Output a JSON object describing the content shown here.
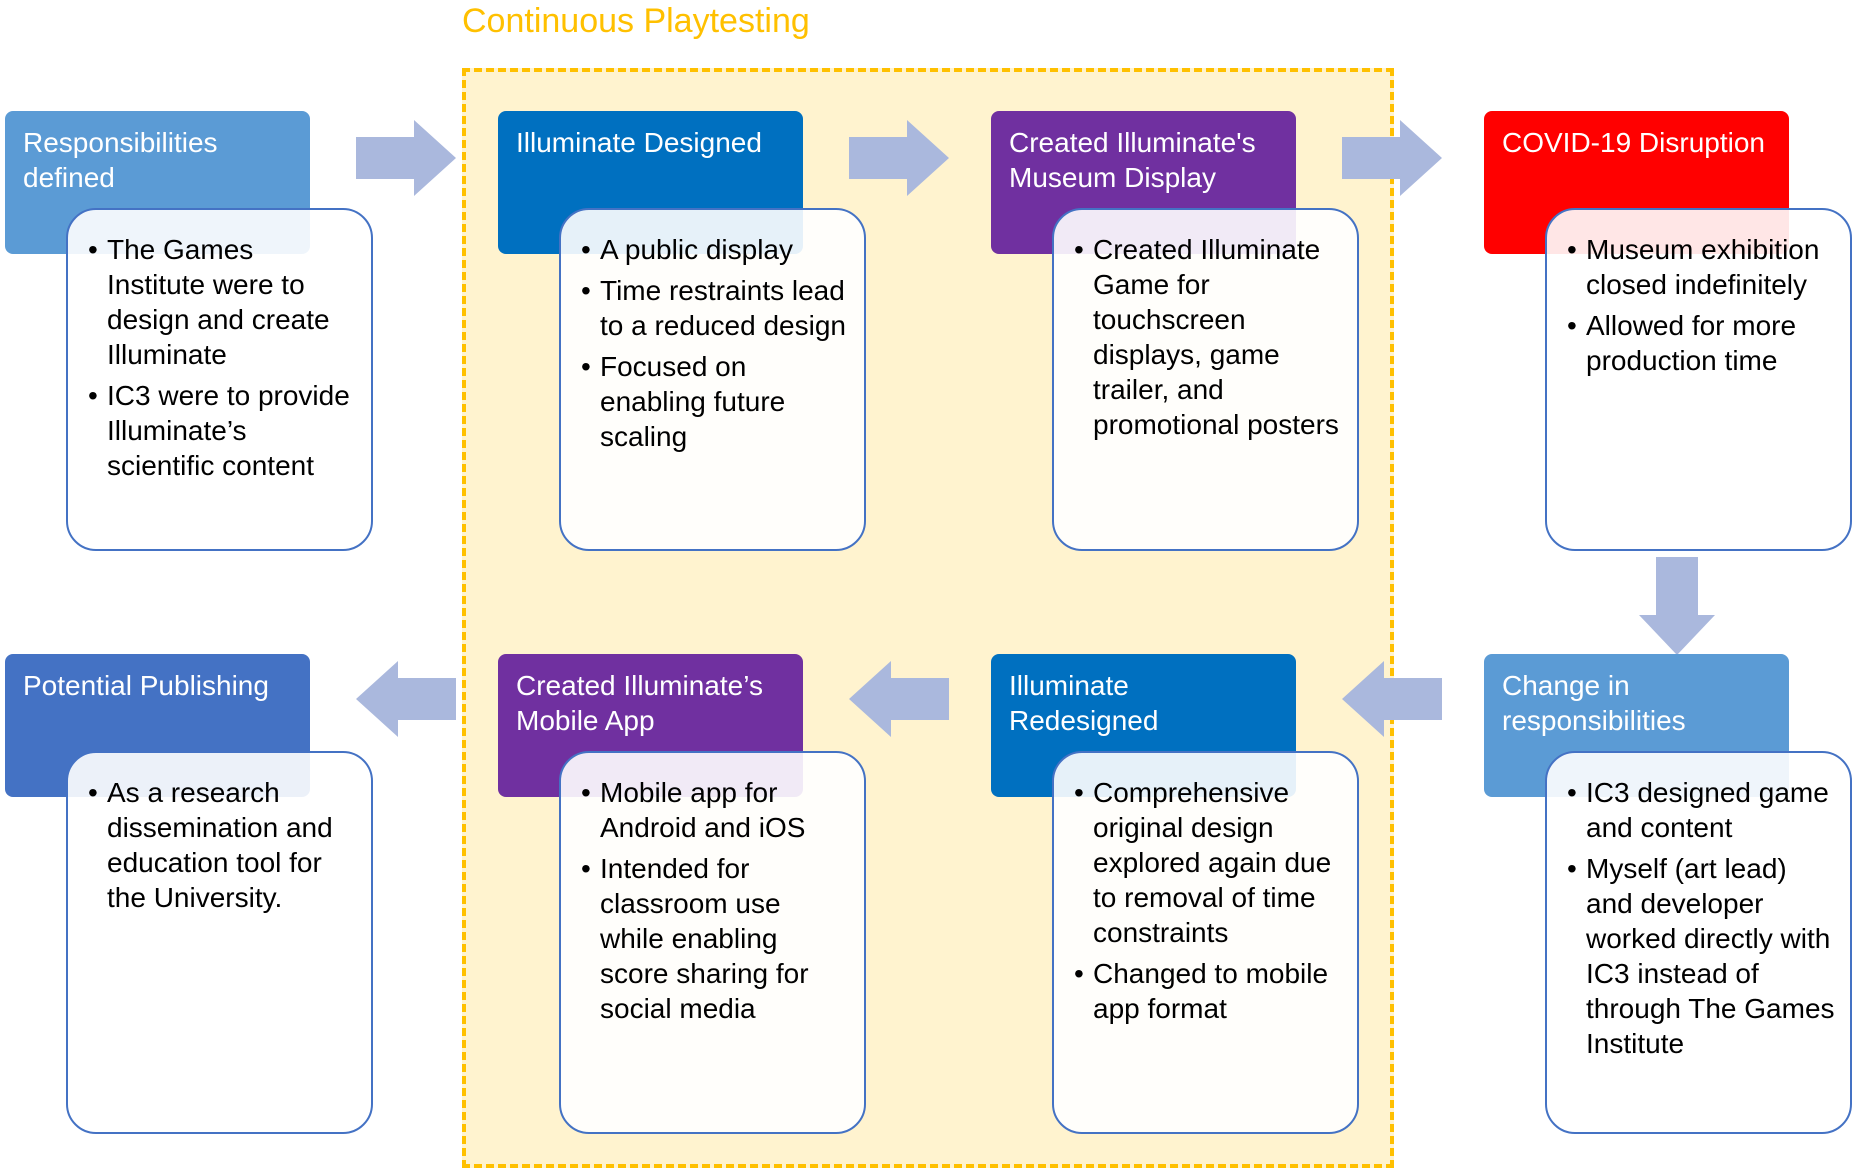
{
  "diagram": {
    "playtesting_label": "Continuous Playtesting",
    "colors": {
      "light_blue": "#5b9bd5",
      "dark_blue": "#0070c0",
      "purple": "#7030a0",
      "red": "#ff0000",
      "royal_blue": "#4472c4",
      "arrow": "#aab8dd",
      "playtesting": "#ffc000"
    },
    "cards": [
      {
        "title": "Responsibilities defined",
        "bullets": [
          "The Games Institute were to design and create Illuminate",
          "IC3 were to provide Illuminate’s scientific content"
        ]
      },
      {
        "title": "Illuminate Designed",
        "bullets": [
          "A public display",
          "Time restraints lead to a reduced design",
          "Focused on enabling future scaling"
        ]
      },
      {
        "title": "Created Illuminate's Museum Display",
        "bullets": [
          "Created Illuminate Game for touchscreen displays, game trailer, and promotional posters"
        ]
      },
      {
        "title": "COVID-19 Disruption",
        "bullets": [
          "Museum exhibition closed indefinitely",
          "Allowed for more production time"
        ]
      },
      {
        "title": "Change in responsibilities",
        "bullets": [
          "IC3 designed game and content",
          "Myself (art lead) and developer worked directly with IC3 instead of through The Games Institute"
        ]
      },
      {
        "title": "Illuminate Redesigned",
        "bullets": [
          "Comprehensive original design explored again due to removal of time constraints",
          "Changed to mobile app format"
        ]
      },
      {
        "title": "Created Illuminate’s Mobile App",
        "bullets": [
          "Mobile app for Android and iOS",
          "Intended for classroom use while enabling score sharing for social media"
        ]
      },
      {
        "title": "Potential Publishing",
        "bullets": [
          "As a research dissemination and education tool for the University."
        ]
      }
    ]
  }
}
